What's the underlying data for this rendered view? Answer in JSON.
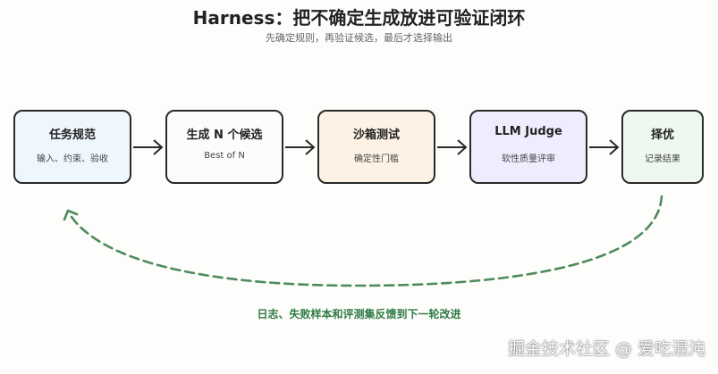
{
  "header": {
    "title": "Harness：把不确定生成放进可验证闭环",
    "subtitle": "先确定规则，再验证候选，最后才选择输出"
  },
  "steps": [
    {
      "title": "任务规范",
      "subtitle": "输入、约束、验收",
      "color": "#eef6fe"
    },
    {
      "title": "生成 N 个候选",
      "subtitle": "Best of N",
      "color": "#fcfcfc"
    },
    {
      "title": "沙箱测试",
      "subtitle": "确定性门槛",
      "color": "#fdf2e4"
    },
    {
      "title": "LLM Judge",
      "subtitle": "软性质量评审",
      "color": "#efedfd"
    },
    {
      "title": "择优",
      "subtitle": "记录结果",
      "color": "#eef8ee"
    }
  ],
  "feedback": {
    "label": "日志、失败样本和评测集反馈到下一轮改进",
    "color": "#2f7a45"
  },
  "watermark": "掘金技术社区 @ 爱吃混沌"
}
